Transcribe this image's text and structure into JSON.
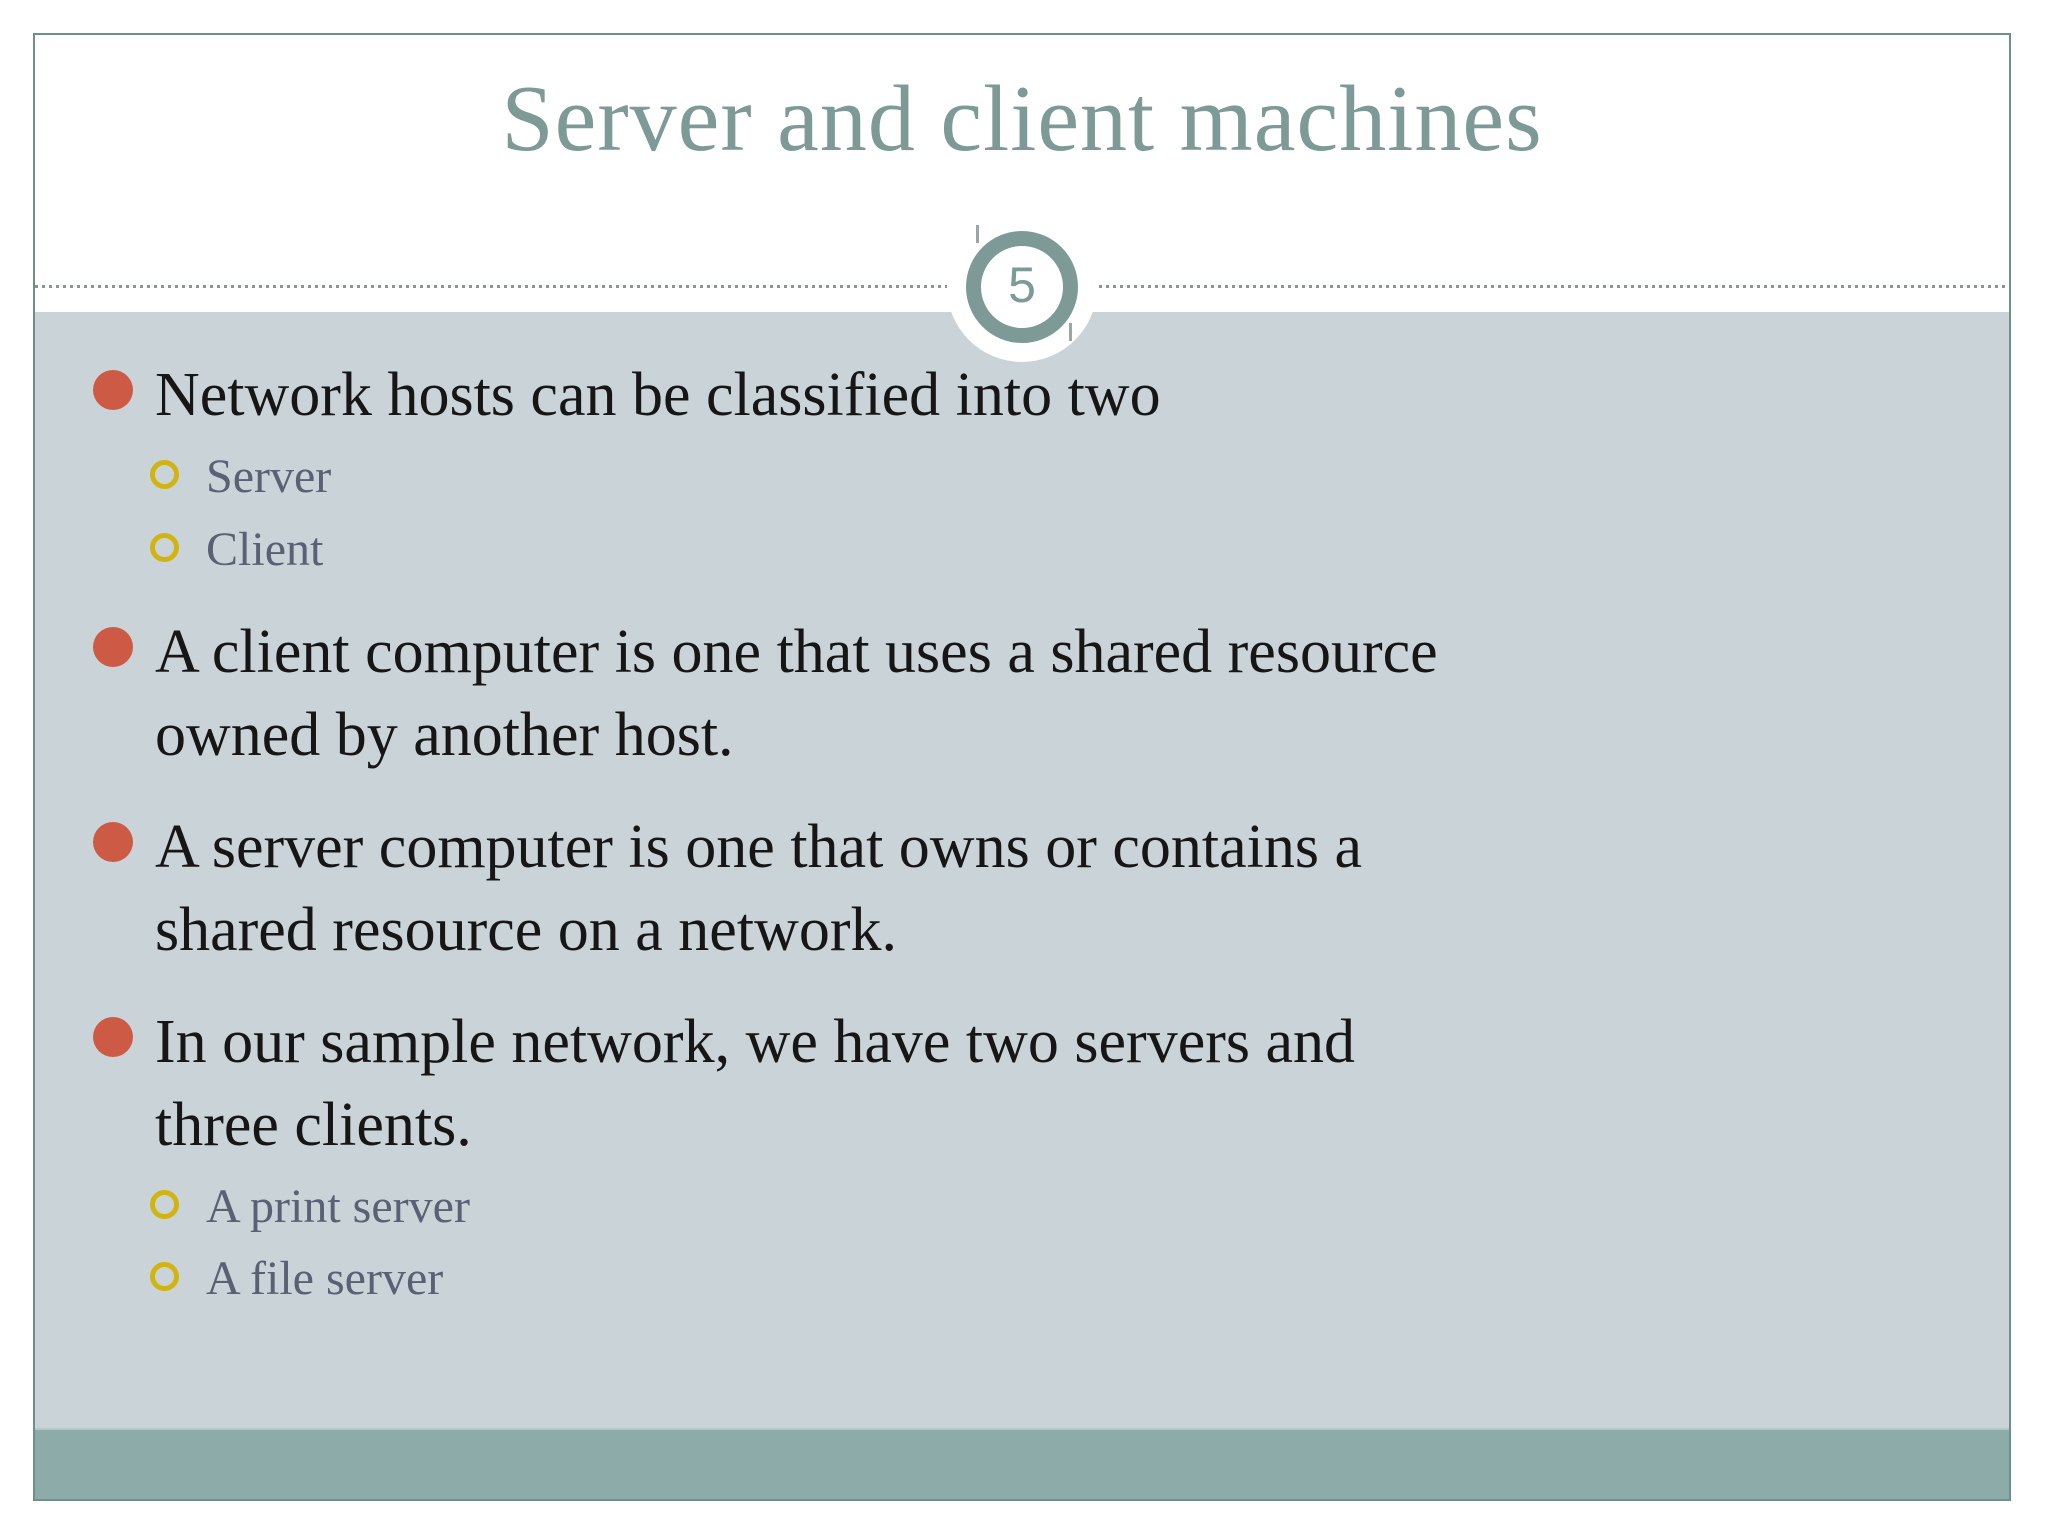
{
  "title": "Server and client machines",
  "page_number": "5",
  "bullets": [
    {
      "text": "Network hosts can be classified into two",
      "sub": [
        "Server",
        "Client"
      ]
    },
    {
      "text": "A client computer is one that uses a shared resource\nowned by another host.",
      "sub": []
    },
    {
      "text": "A server computer is one that owns or contains a\nshared resource on a network.",
      "sub": []
    },
    {
      "text": "In our sample network, we have two servers and\nthree clients.",
      "sub": [
        "A print server",
        "A file server"
      ]
    }
  ],
  "icons": {
    "bullet": "filled-circle",
    "sub_bullet": "hollow-circle"
  },
  "colors": {
    "accent_teal": "#7e9a96",
    "content_background": "#cad4d8",
    "footer_bar": "#8caba9",
    "bullet_red": "#cd5a45",
    "sub_ring_yellow": "#d2b411",
    "sub_text": "#5a6174",
    "body_text": "#161616",
    "slide_border": "#6f8f8a"
  }
}
